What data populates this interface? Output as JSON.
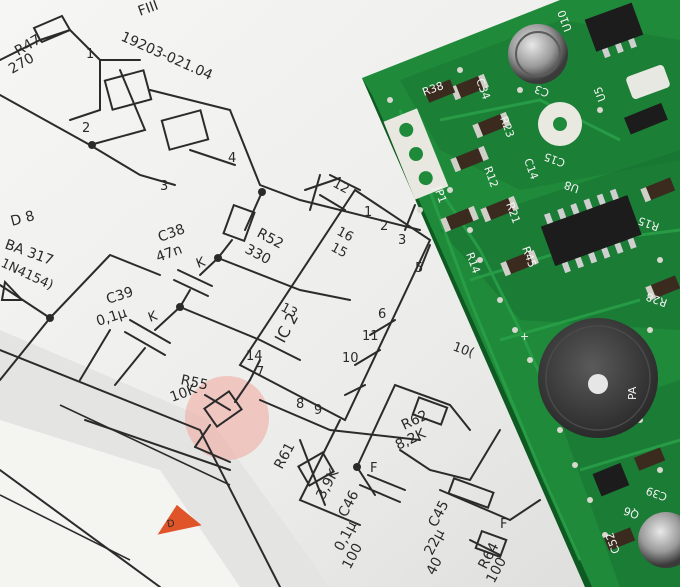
{
  "schematic": {
    "labels": {
      "fiii": "FIII",
      "part_number": "19203-021.04",
      "r47": "R47",
      "r47_value": "270",
      "pin1": "1",
      "pin2": "2",
      "pin3": "3",
      "pin4": "4",
      "d8": "D 8",
      "ba317": "BA 317",
      "n4154": "1N4154)",
      "c38": "C38",
      "c38_value": "47n",
      "k1": "K",
      "r52": "R52",
      "r52_value": "330",
      "c39": "C39",
      "c39_value": "0,1μ",
      "k2": "K",
      "r55": "R55",
      "r55_value": "10K",
      "ic_label": "IC 2",
      "p12": "12",
      "p16": "16",
      "p15": "15",
      "p1": "1",
      "p2": "2",
      "p3": "3",
      "p5": "5",
      "p13": "13",
      "p6": "6",
      "p11": "11",
      "p10": "10",
      "p14": "14",
      "p7": "7",
      "p8": "8",
      "p9": "9",
      "r62": "R62",
      "r62_value": "8,2K",
      "r61": "R61",
      "r61_value": "3,9K",
      "f_mark": "F",
      "c46": "C46",
      "c46_value_a": "0,1μ",
      "c46_value_b": "100",
      "c45": "C45",
      "c45_value_a": "22μ",
      "c45_value_b": "40",
      "r64": "R64",
      "r64_value": "100",
      "f2": "F",
      "v_partial": "10(",
      "d_mark": "D"
    }
  },
  "pcb": {
    "labels": {
      "r38": "R38",
      "c34": "C34",
      "r23": "R23",
      "c3": "C3",
      "c15": "C15",
      "r12": "R12",
      "c14": "C14",
      "r21": "R21",
      "jp1": "JP1",
      "u8": "U8",
      "r14": "R14",
      "r45": "R45",
      "r15": "R15",
      "r28": "R28",
      "c39": "C39",
      "q6": "Q6",
      "c52": "C52",
      "u5": "U5",
      "u10": "U10",
      "plus": "+",
      "buzzer": "PA"
    }
  },
  "colors": {
    "paper": "#f2f2f0",
    "pcb_green": "#1f8a3a",
    "pcb_dark": "#156b2c",
    "pad": "#d8d8cf",
    "highlight": "#f2b7ae",
    "marker": "#e0542a"
  }
}
